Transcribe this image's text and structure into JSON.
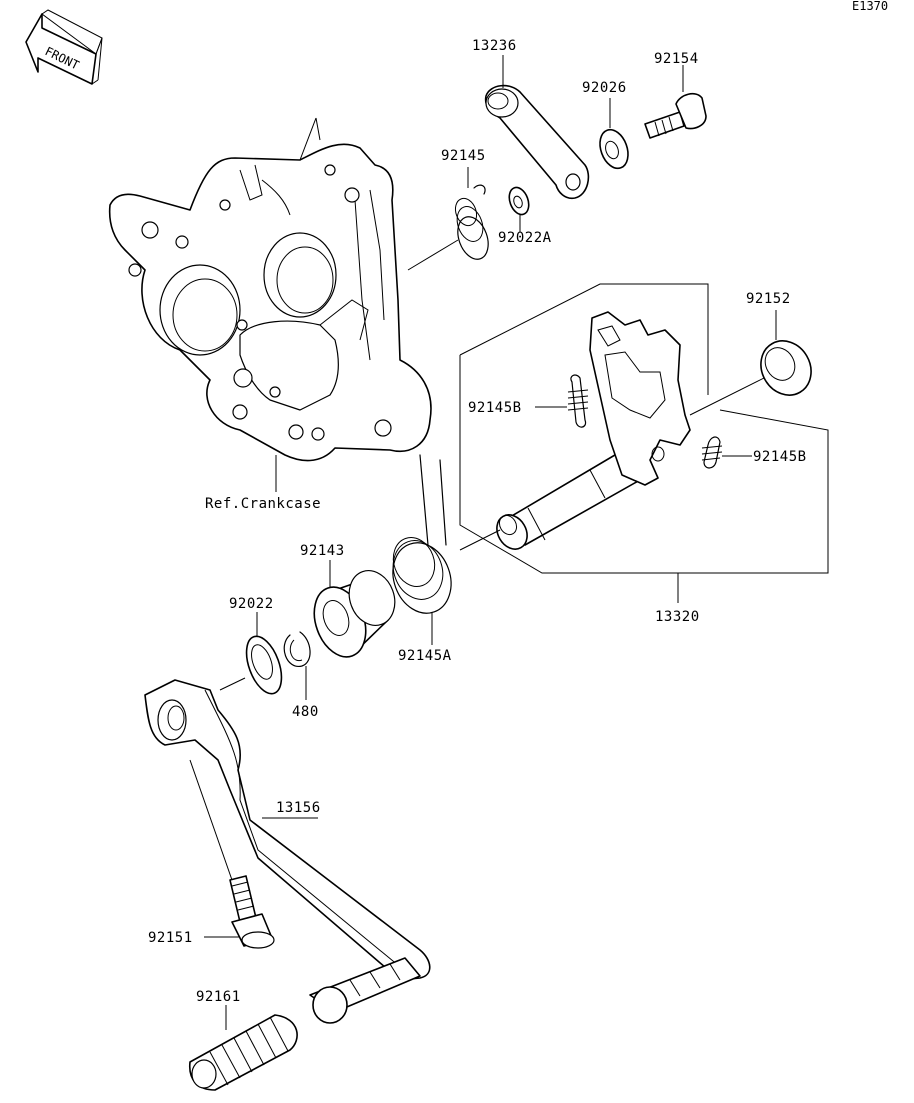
{
  "diagram_id": "E1370",
  "front_indicator": "FRONT",
  "reference_label": "Ref.Crankcase",
  "part_labels": {
    "p13236": "13236",
    "p92154": "92154",
    "p92026": "92026",
    "p92145": "92145",
    "p92022A": "92022A",
    "p92152": "92152",
    "p92145B_left": "92145B",
    "p92145B_right": "92145B",
    "p92143": "92143",
    "p92022": "92022",
    "p92145A": "92145A",
    "p13320": "13320",
    "p480": "480",
    "p13156": "13156",
    "p92151": "92151",
    "p92161": "92161"
  }
}
